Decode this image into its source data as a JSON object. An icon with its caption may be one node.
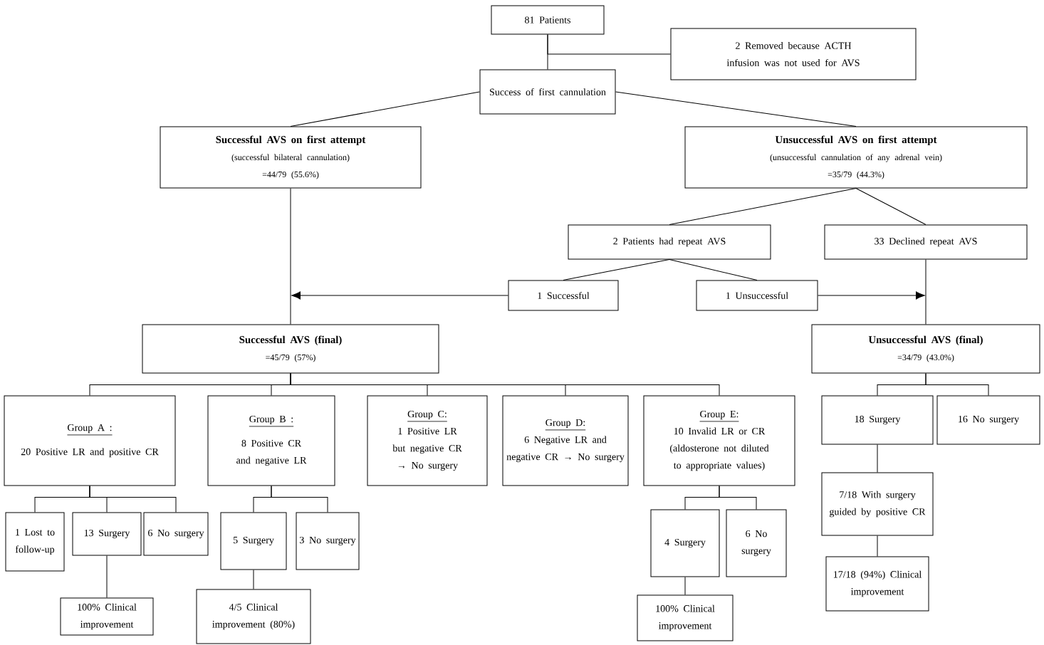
{
  "diagram": {
    "nodes": [
      {
        "text": [
          "81 Patients"
        ]
      },
      {
        "text": [
          "2 Removed because ACTH infusion was not used for AVS"
        ]
      },
      {
        "text": [
          "Success of first cannulation"
        ]
      },
      {
        "text": [
          "Successful AVS on first attempt",
          "(successful bilateral cannulation)",
          "=44/79 (55.6%)"
        ]
      },
      {
        "text": [
          "Unsuccessful AVS on first attempt",
          "(unsuccessful cannulation of any adrenal vein)",
          "=35/79 (44.3%)"
        ]
      },
      {
        "text": [
          "2 Patients had repeat AVS"
        ]
      },
      {
        "text": [
          "33 Declined repeat AVS"
        ]
      },
      {
        "text": [
          "1 Successful"
        ]
      },
      {
        "text": [
          "1 Unsuccessful"
        ]
      },
      {
        "text": [
          "Successful AVS (final)",
          "=45/79 (57%)"
        ]
      },
      {
        "text": [
          "Unsuccessful AVS (final)",
          "=34/79 (43.0%)"
        ]
      },
      {
        "text": [
          "Group A :",
          "20 Positive LR and positive CR"
        ]
      },
      {
        "text": [
          "Group B :",
          "8 Positive CR and negative LR"
        ]
      },
      {
        "text": [
          "Group C:",
          "1 Positive LR but negative CR → No surgery"
        ]
      },
      {
        "text": [
          "Group D:",
          "6 Negative LR and negative CR → No surgery"
        ]
      },
      {
        "text": [
          "Group E:",
          "10 Invalid LR or CR (aldosterone not diluted to appropriate values)"
        ]
      },
      {
        "text": [
          "18 Surgery"
        ]
      },
      {
        "text": [
          "16 No surgery"
        ]
      },
      {
        "text": [
          "1 Lost to follow-up"
        ]
      },
      {
        "text": [
          "13 Surgery"
        ]
      },
      {
        "text": [
          "6 No surgery"
        ]
      },
      {
        "text": [
          "100% Clinical improvement"
        ]
      },
      {
        "text": [
          "5 Surgery"
        ]
      },
      {
        "text": [
          "3 No surgery"
        ]
      },
      {
        "text": [
          "4/5 Clinical improvement (80%)"
        ]
      },
      {
        "text": [
          "4 Surgery"
        ]
      },
      {
        "text": [
          "6 No surgery"
        ]
      },
      {
        "text": [
          "100% Clinical improvement"
        ]
      },
      {
        "text": [
          "7/18 With surgery guided by positive CR"
        ]
      },
      {
        "text": [
          "17/18 (94%) Clinical improvement"
        ]
      }
    ],
    "edges": [
      {
        "from": 0,
        "to": 2,
        "arrow": "none"
      },
      {
        "from": 0,
        "to": 1,
        "arrow": "none"
      },
      {
        "from": 2,
        "to": 3,
        "arrow": "none"
      },
      {
        "from": 2,
        "to": 4,
        "arrow": "none"
      },
      {
        "from": 3,
        "to": 9,
        "arrow": "none"
      },
      {
        "from": 4,
        "to": 5,
        "arrow": "none"
      },
      {
        "from": 4,
        "to": 6,
        "arrow": "none"
      },
      {
        "from": 5,
        "to": 7,
        "arrow": "none"
      },
      {
        "from": 5,
        "to": 8,
        "arrow": "none"
      },
      {
        "from": 6,
        "to": 10,
        "arrow": "none"
      },
      {
        "from": 7,
        "to": 9,
        "arrow": "to"
      },
      {
        "from": 8,
        "to": 10,
        "arrow": "to"
      },
      {
        "from": 9,
        "to": 11,
        "arrow": "none"
      },
      {
        "from": 9,
        "to": 12,
        "arrow": "none"
      },
      {
        "from": 9,
        "to": 13,
        "arrow": "none"
      },
      {
        "from": 9,
        "to": 14,
        "arrow": "none"
      },
      {
        "from": 9,
        "to": 15,
        "arrow": "none"
      },
      {
        "from": 10,
        "to": 16,
        "arrow": "none"
      },
      {
        "from": 10,
        "to": 17,
        "arrow": "none"
      },
      {
        "from": 11,
        "to": 18,
        "arrow": "none"
      },
      {
        "from": 11,
        "to": 19,
        "arrow": "none"
      },
      {
        "from": 11,
        "to": 20,
        "arrow": "none"
      },
      {
        "from": 19,
        "to": 21,
        "arrow": "none"
      },
      {
        "from": 12,
        "to": 22,
        "arrow": "none"
      },
      {
        "from": 12,
        "to": 23,
        "arrow": "none"
      },
      {
        "from": 22,
        "to": 24,
        "arrow": "none"
      },
      {
        "from": 15,
        "to": 25,
        "arrow": "none"
      },
      {
        "from": 15,
        "to": 26,
        "arrow": "none"
      },
      {
        "from": 25,
        "to": 27,
        "arrow": "none"
      },
      {
        "from": 16,
        "to": 28,
        "arrow": "none"
      },
      {
        "from": 28,
        "to": 29,
        "arrow": "none"
      }
    ]
  }
}
